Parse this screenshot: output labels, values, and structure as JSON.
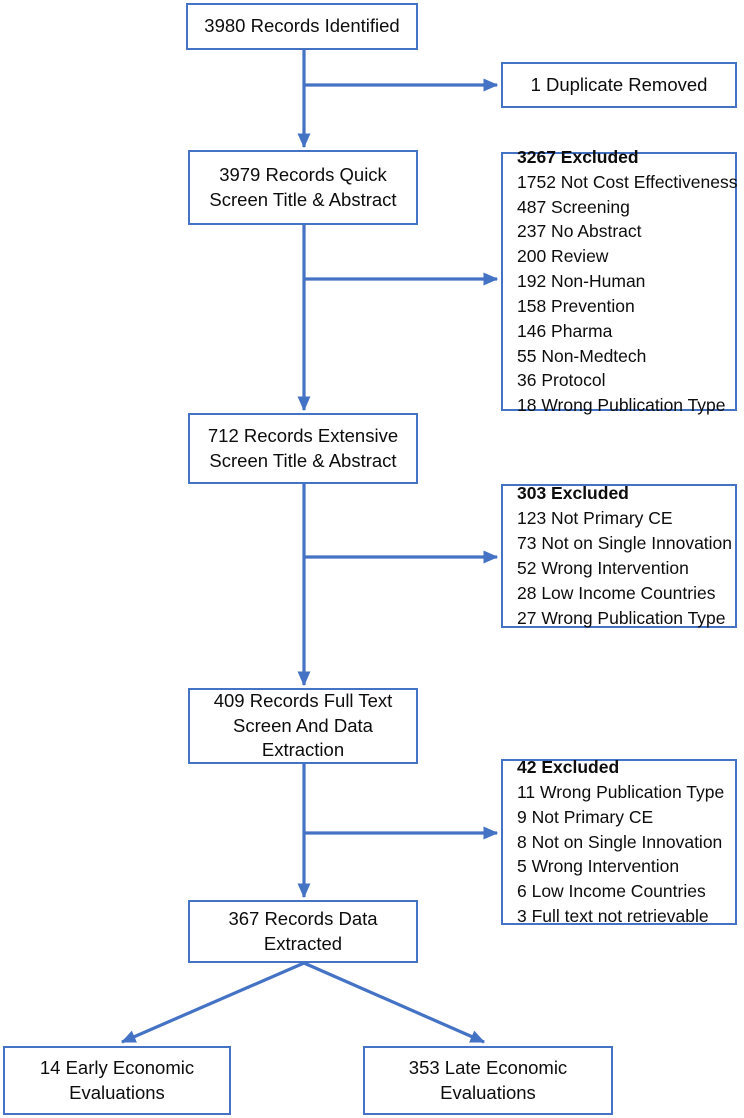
{
  "diagram": {
    "title": "PRISMA Records Flow Diagram",
    "accent_color": "#4472C4",
    "text_color": "#0D0D0D",
    "background_color": "#FFFFFF"
  },
  "nodes": {
    "identified": {
      "label": "3980 Records Identified"
    },
    "duplicate": {
      "label": "1 Duplicate Removed"
    },
    "quick_screen": {
      "label": "3979 Records Quick\nScreen Title & Abstract"
    },
    "extensive_screen": {
      "label": "712 Records Extensive\nScreen Title & Abstract"
    },
    "full_text": {
      "label": "409 Records Full Text\nScreen And Data\nExtraction"
    },
    "extracted": {
      "label": "367 Records Data\nExtracted"
    },
    "early": {
      "label": "14 Early Economic\nEvaluations"
    },
    "late": {
      "label": "353 Late Economic\nEvaluations"
    }
  },
  "exclusions": [
    {
      "title": "3267 Excluded",
      "items": [
        "1752 Not Cost Effectiveness",
        "487 Screening",
        "237 No Abstract",
        "200 Review",
        "192 Non-Human",
        "158 Prevention",
        "146 Pharma",
        "55 Non-Medtech",
        "36 Protocol",
        "18 Wrong Publication Type"
      ]
    },
    {
      "title": "303 Excluded",
      "items": [
        "123 Not Primary CE",
        "73 Not on Single Innovation",
        "52 Wrong Intervention",
        "28 Low Income Countries",
        "27 Wrong Publication Type"
      ]
    },
    {
      "title": "42 Excluded",
      "items": [
        "11 Wrong Publication Type",
        "9 Not Primary CE",
        "8 Not on Single Innovation",
        "5 Wrong Intervention",
        "6 Low Income Countries",
        "3 Full text not retrievable"
      ]
    }
  ],
  "chart_data": {
    "type": "diagram",
    "title": "PRISMA Records Flow Diagram",
    "stages": [
      {
        "id": "identified",
        "count": 3980,
        "label": "3980 Records Identified"
      },
      {
        "id": "duplicate_removed",
        "count": 1,
        "label": "1 Duplicate Removed"
      },
      {
        "id": "quick_screen",
        "count": 3979,
        "label": "3979 Records Quick Screen Title & Abstract"
      },
      {
        "id": "quick_screen_excluded",
        "count": 3267,
        "label": "3267 Excluded"
      },
      {
        "id": "extensive_screen",
        "count": 712,
        "label": "712 Records Extensive Screen Title & Abstract"
      },
      {
        "id": "extensive_screen_excluded",
        "count": 303,
        "label": "303 Excluded"
      },
      {
        "id": "full_text",
        "count": 409,
        "label": "409 Records Full Text Screen And Data Extraction"
      },
      {
        "id": "full_text_excluded",
        "count": 42,
        "label": "42 Excluded"
      },
      {
        "id": "extracted",
        "count": 367,
        "label": "367 Records Data Extracted"
      },
      {
        "id": "early_evaluations",
        "count": 14,
        "label": "14 Early Economic Evaluations"
      },
      {
        "id": "late_evaluations",
        "count": 353,
        "label": "353 Late Economic Evaluations"
      }
    ],
    "exclusion_breakdowns": {
      "quick_screen_excluded": [
        {
          "count": 1752,
          "reason": "Not Cost Effectiveness"
        },
        {
          "count": 487,
          "reason": "Screening"
        },
        {
          "count": 237,
          "reason": "No Abstract"
        },
        {
          "count": 200,
          "reason": "Review"
        },
        {
          "count": 192,
          "reason": "Non-Human"
        },
        {
          "count": 158,
          "reason": "Prevention"
        },
        {
          "count": 146,
          "reason": "Pharma"
        },
        {
          "count": 55,
          "reason": "Non-Medtech"
        },
        {
          "count": 36,
          "reason": "Protocol"
        },
        {
          "count": 18,
          "reason": "Wrong Publication Type"
        }
      ],
      "extensive_screen_excluded": [
        {
          "count": 123,
          "reason": "Not Primary CE"
        },
        {
          "count": 73,
          "reason": "Not on Single Innovation"
        },
        {
          "count": 52,
          "reason": "Wrong Intervention"
        },
        {
          "count": 28,
          "reason": "Low Income Countries"
        },
        {
          "count": 27,
          "reason": "Wrong Publication Type"
        }
      ],
      "full_text_excluded": [
        {
          "count": 11,
          "reason": "Wrong Publication Type"
        },
        {
          "count": 9,
          "reason": "Not Primary CE"
        },
        {
          "count": 8,
          "reason": "Not on Single Innovation"
        },
        {
          "count": 5,
          "reason": "Wrong Intervention"
        },
        {
          "count": 6,
          "reason": "Low Income Countries"
        },
        {
          "count": 3,
          "reason": "Full text not retrievable"
        }
      ]
    },
    "edges": [
      {
        "from": "identified",
        "to": "duplicate_removed",
        "kind": "branch-right"
      },
      {
        "from": "identified",
        "to": "quick_screen",
        "kind": "down"
      },
      {
        "from": "quick_screen",
        "to": "quick_screen_excluded",
        "kind": "branch-right"
      },
      {
        "from": "quick_screen",
        "to": "extensive_screen",
        "kind": "down"
      },
      {
        "from": "extensive_screen",
        "to": "extensive_screen_excluded",
        "kind": "branch-right"
      },
      {
        "from": "extensive_screen",
        "to": "full_text",
        "kind": "down"
      },
      {
        "from": "full_text",
        "to": "full_text_excluded",
        "kind": "branch-right"
      },
      {
        "from": "full_text",
        "to": "extracted",
        "kind": "down"
      },
      {
        "from": "extracted",
        "to": "early_evaluations",
        "kind": "split-down-left"
      },
      {
        "from": "extracted",
        "to": "late_evaluations",
        "kind": "split-down-right"
      }
    ]
  }
}
